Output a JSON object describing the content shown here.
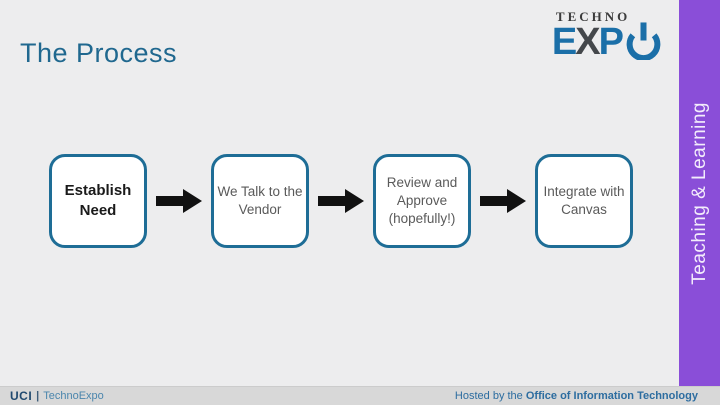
{
  "slide": {
    "title": "The Process",
    "background_color": "#ededee"
  },
  "logo": {
    "top_text": "TECHNO",
    "letter_e": "E",
    "letter_x": "X",
    "letter_p": "P",
    "power_icon": "power-icon",
    "blue_color": "#1b6fa8",
    "dark_color": "#44474b"
  },
  "sidebar": {
    "label": "Teaching & Learning",
    "background_color": "#8a4ed8",
    "text_color": "#f3edfb"
  },
  "process": {
    "border_color": "#1e6d96",
    "arrow_color": "#111111",
    "steps": [
      {
        "label": "Establish Need"
      },
      {
        "label": "We Talk to the Vendor"
      },
      {
        "label": "Review and Approve (hopefully!)"
      },
      {
        "label": "Integrate with Canvas"
      }
    ]
  },
  "footer": {
    "brand": "UCI",
    "divider": "|",
    "brand_suffix": "TechnoExpo",
    "hosted_prefix": "Hosted by the",
    "hosted_org": "Office of Information Technology"
  }
}
